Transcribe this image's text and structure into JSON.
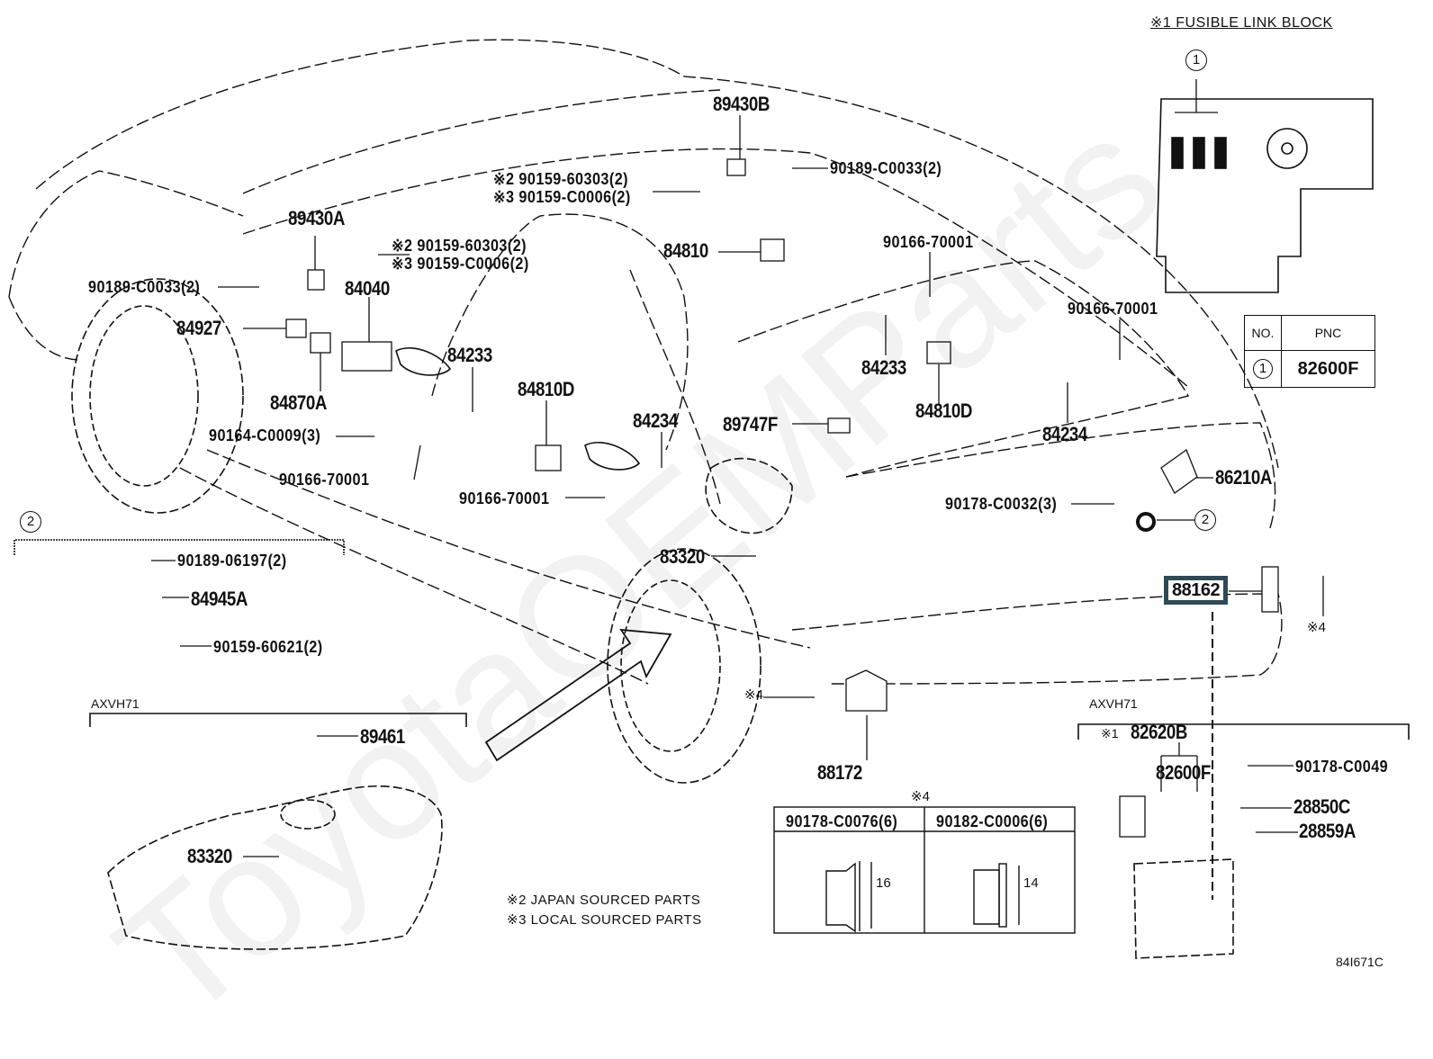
{
  "diagram": {
    "drawing_code": "84I671C",
    "watermark": "ToyotaOEMParts",
    "highlight_color": "#2e4a57"
  },
  "fusible_link_block": {
    "title": "※1 FUSIBLE LINK BLOCK",
    "callout": "1",
    "table": {
      "headers": [
        "NO.",
        "PNC"
      ],
      "rows": [
        {
          "no": "1",
          "pnc": "82600F"
        }
      ]
    }
  },
  "callouts": {
    "p89430B": "89430B",
    "p90189_C0033_top": "90189-C0033(2)",
    "p90159_a_note2": "※2 90159-60303(2)",
    "p90159_a_note3": "※3 90159-C0006(2)",
    "p84810": "84810",
    "p89430A": "89430A",
    "p90159_b_note2": "※2 90159-60303(2)",
    "p90159_b_note3": "※3 90159-C0006(2)",
    "p90189_C0033_left": "90189-C0033(2)",
    "p84040": "84040",
    "p84927": "84927",
    "p84870A": "84870A",
    "p84233_left": "84233",
    "p84810D_left": "84810D",
    "p90164_C0009": "90164-C0009(3)",
    "p90166_70001_a": "90166-70001",
    "p84234_left": "84234",
    "p90166_70001_b": "90166-70001",
    "p90166_70001_c": "90166-70001",
    "p84233_right": "84233",
    "p84810D_right": "84810D",
    "p90166_70001_d": "90166-70001",
    "p84234_right": "84234",
    "p89747F": "89747F",
    "p86210A": "86210A",
    "p90178_C0032": "90178-C0032(3)",
    "circle2_ref": "2",
    "p88162": "88162",
    "note4_right": "※4",
    "p83320_car": "83320",
    "note4_center": "※4",
    "p88172": "88172"
  },
  "inset_2": {
    "callout": "2",
    "parts": [
      "90189-06197(2)",
      "84945A",
      "90159-60621(2)"
    ]
  },
  "inset_tank": {
    "model": "AXVH71",
    "parts": [
      "89461",
      "83320"
    ]
  },
  "inset_battery": {
    "model": "AXVH71",
    "note_prefix": "※1",
    "parts": [
      "82620B",
      "82600F",
      "90178-C0049",
      "28850C",
      "28859A"
    ]
  },
  "nut_table": {
    "title": "※4",
    "columns": [
      {
        "part": "90178-C0076(6)",
        "dimension": "16"
      },
      {
        "part": "90182-C0006(6)",
        "dimension": "14"
      }
    ]
  },
  "notes": [
    "※2 JAPAN SOURCED PARTS",
    "※3 LOCAL SOURCED PARTS"
  ]
}
